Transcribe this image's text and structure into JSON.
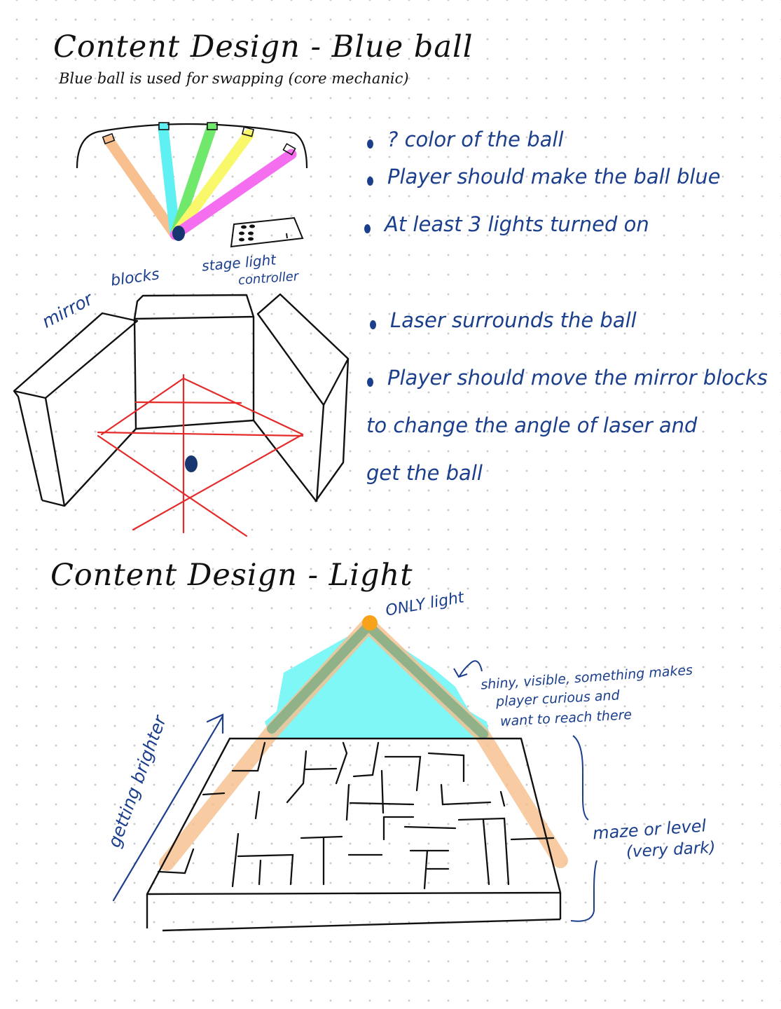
{
  "section1": {
    "title": "Content Design - Blue ball",
    "subtitle": "Blue ball is used for swapping (core mechanic)",
    "labels": {
      "mirror": "mirror",
      "blocks": "blocks",
      "controller_1": "stage light",
      "controller_2": "controller"
    },
    "light_colors": [
      "#f7c08e",
      "#5ff0f4",
      "#6fe86b",
      "#f8f86a",
      "#f56ef0"
    ],
    "ball_color": "#17366f",
    "laser_color": "#e52a2a",
    "bullets": [
      {
        "text": "? color of the ball"
      },
      {
        "text": "Player should make the ball blue"
      },
      {
        "text": "At least 3 lights turned on"
      },
      {
        "text": "Laser surrounds the ball"
      },
      {
        "lines": [
          "Player should move the mirror blocks",
          "to change the angle of laser and",
          "get the ball"
        ]
      }
    ]
  },
  "section2": {
    "title": "Content Design - Light",
    "labels": {
      "only_light": "ONLY light",
      "shiny_1": "shiny, visible, something makes",
      "shiny_2": "player curious and",
      "shiny_3": "want to reach there",
      "maze_1": "maze or level",
      "maze_2": "(very dark)",
      "brighter": "getting brighter"
    },
    "glow_color": "#7ff7f7",
    "beam_color": "#f7c08e",
    "source_color": "#f6a21a"
  }
}
